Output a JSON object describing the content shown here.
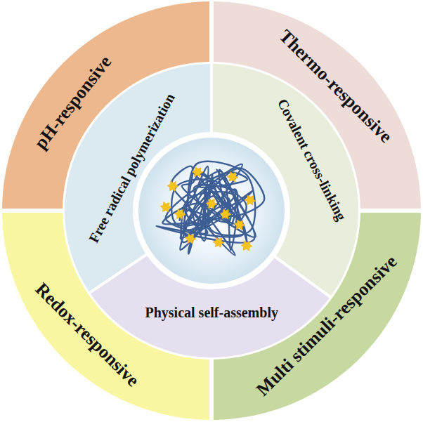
{
  "diagram": {
    "nodes": [
      {
        "text": [
          "pH-responsive"
        ]
      },
      {
        "text": [
          "Thermo-responsive"
        ]
      },
      {
        "text": [
          "Free radical polymerization"
        ]
      },
      {
        "text": [
          "Covalent cross-linking"
        ]
      },
      {
        "text": [
          "Physical self-assembly"
        ]
      },
      {
        "text": [
          "Redox-responsive"
        ]
      },
      {
        "text": [
          "Multi stimuli-responsive"
        ]
      }
    ]
  }
}
